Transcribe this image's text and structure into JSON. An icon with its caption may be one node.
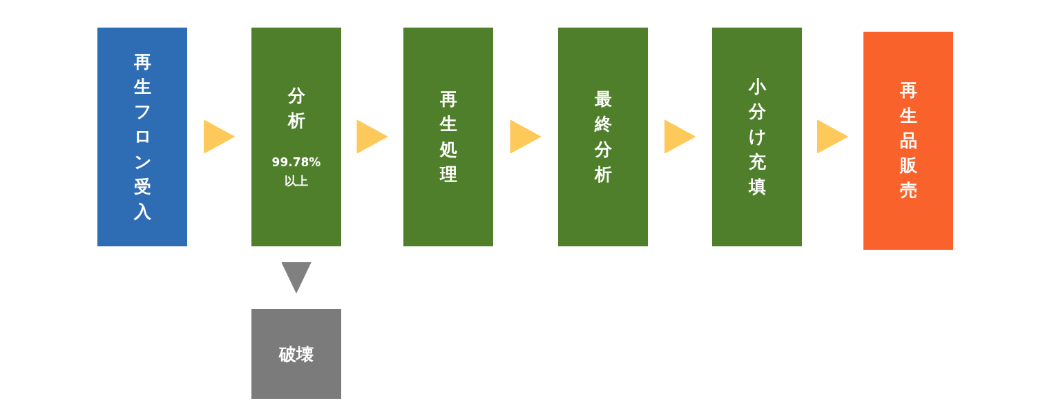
{
  "diagram": {
    "nodes": [
      {
        "text": [
          "再生フロン受入"
        ]
      },
      {
        "text": [
          "分析",
          "99.78%以上"
        ]
      },
      {
        "text": [
          "再生処理"
        ]
      },
      {
        "text": [
          "最終分析"
        ]
      },
      {
        "text": [
          "小分け充填"
        ]
      },
      {
        "text": [
          "再生品販売"
        ]
      },
      {
        "text": [
          "破壊"
        ]
      }
    ],
    "edges": [
      {
        "from": 0,
        "to": 1,
        "arrow": "to"
      },
      {
        "from": 1,
        "to": 2,
        "arrow": "to"
      },
      {
        "from": 2,
        "to": 3,
        "arrow": "to"
      },
      {
        "from": 3,
        "to": 4,
        "arrow": "to"
      },
      {
        "from": 4,
        "to": 5,
        "arrow": "to"
      },
      {
        "from": 1,
        "to": 6,
        "arrow": "to",
        "color": "#808080"
      }
    ]
  }
}
